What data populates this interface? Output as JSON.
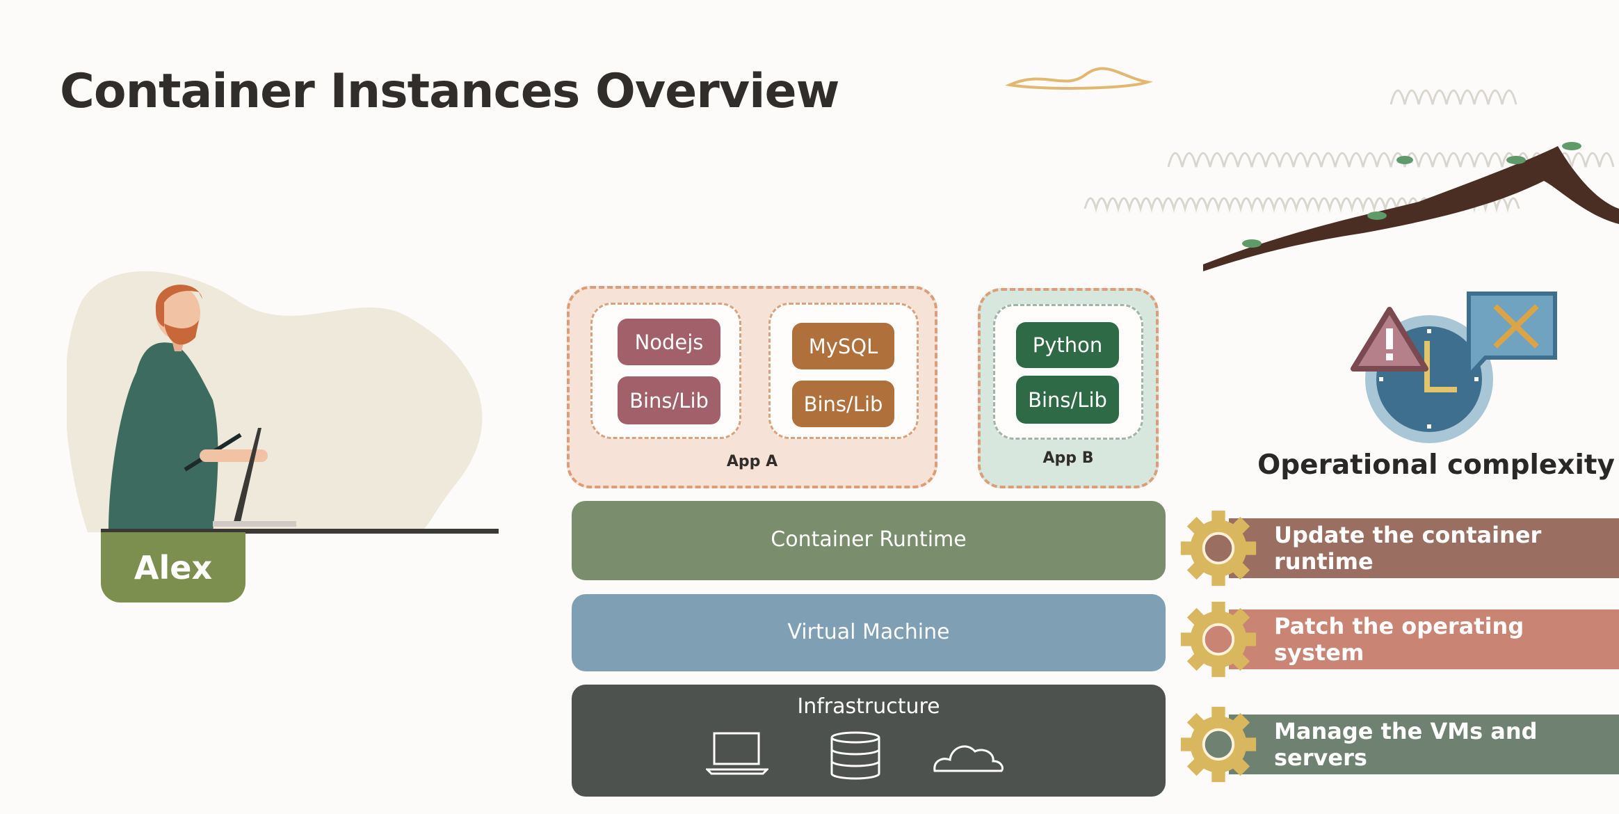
{
  "title": "Container Instances Overview",
  "persona": {
    "name": "Alex"
  },
  "apps": [
    {
      "label": "App A",
      "containers": [
        {
          "runtime": "Nodejs",
          "libs": "Bins/Lib",
          "color": "#a2606a"
        },
        {
          "runtime": "MySQL",
          "libs": "Bins/Lib",
          "color": "#b0703c"
        }
      ]
    },
    {
      "label": "App B",
      "containers": [
        {
          "runtime": "Python",
          "libs": "Bins/Lib",
          "color": "#2f6a47"
        }
      ]
    }
  ],
  "layers": {
    "container_runtime": "Container Runtime",
    "virtual_machine": "Virtual Machine",
    "infrastructure": "Infrastructure",
    "infrastructure_icons": [
      "laptop-icon",
      "database-icon",
      "cloud-icon"
    ]
  },
  "complexity": {
    "heading": "Operational complexity",
    "icons": [
      "warning-icon",
      "clock-icon",
      "tools-icon"
    ],
    "tasks": [
      {
        "label": "Update the container runtime",
        "color": "#9b6e62"
      },
      {
        "label": "Patch the operating system",
        "color": "#c98474"
      },
      {
        "label": "Manage the VMs and servers",
        "color": "#6f8171"
      }
    ]
  },
  "colors": {
    "app_a_bg": "#f6e2d6",
    "app_b_bg": "#d7e7de",
    "runtime": "#7a8d6c",
    "vm": "#7f9fb5",
    "infra": "#4d524f",
    "gear": "#d9b75f"
  }
}
